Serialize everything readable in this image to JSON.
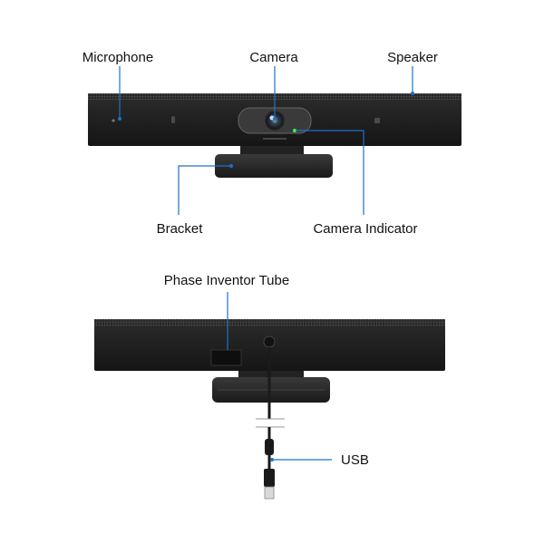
{
  "labels": {
    "microphone": "Microphone",
    "camera": "Camera",
    "speaker": "Speaker",
    "bracket": "Bracket",
    "camera_indicator": "Camera Indicator",
    "phase_inventor_tube": "Phase Inventor Tube",
    "usb": "USB"
  },
  "colors": {
    "leader_line": "#1a73c9",
    "device_body": "#1e1e1e",
    "device_grille": "#3a3a3a",
    "indicator": "#3cff3c",
    "text": "#111111"
  }
}
